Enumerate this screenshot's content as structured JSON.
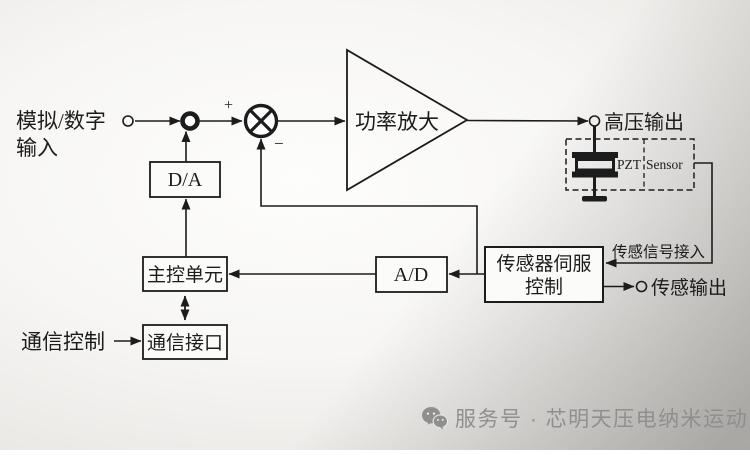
{
  "diagram": {
    "labels": {
      "input_line1": "模拟/数字",
      "input_line2": "输入",
      "plus": "+",
      "minus": "−",
      "amplifier": "功率放大",
      "hv_output": "高压输出",
      "pzt": "PZT",
      "sensor": "Sensor",
      "sensor_signal_in": "传感信号接入",
      "servo_line1": "传感器伺服",
      "servo_line2": "控制",
      "sensor_output": "传感输出",
      "ad": "A/D",
      "da": "D/A",
      "mcu": "主控单元",
      "comm_interface": "通信接口",
      "comm_control": "通信控制"
    },
    "colors": {
      "line": "#1c1c1c",
      "text": "#1c1c1c",
      "box_fill": "#fbfbf9",
      "watermark": "#8f8f8f"
    }
  },
  "watermark": {
    "icon": "wechat-icon",
    "text": "服务号 · 芯明天压电纳米运动"
  }
}
